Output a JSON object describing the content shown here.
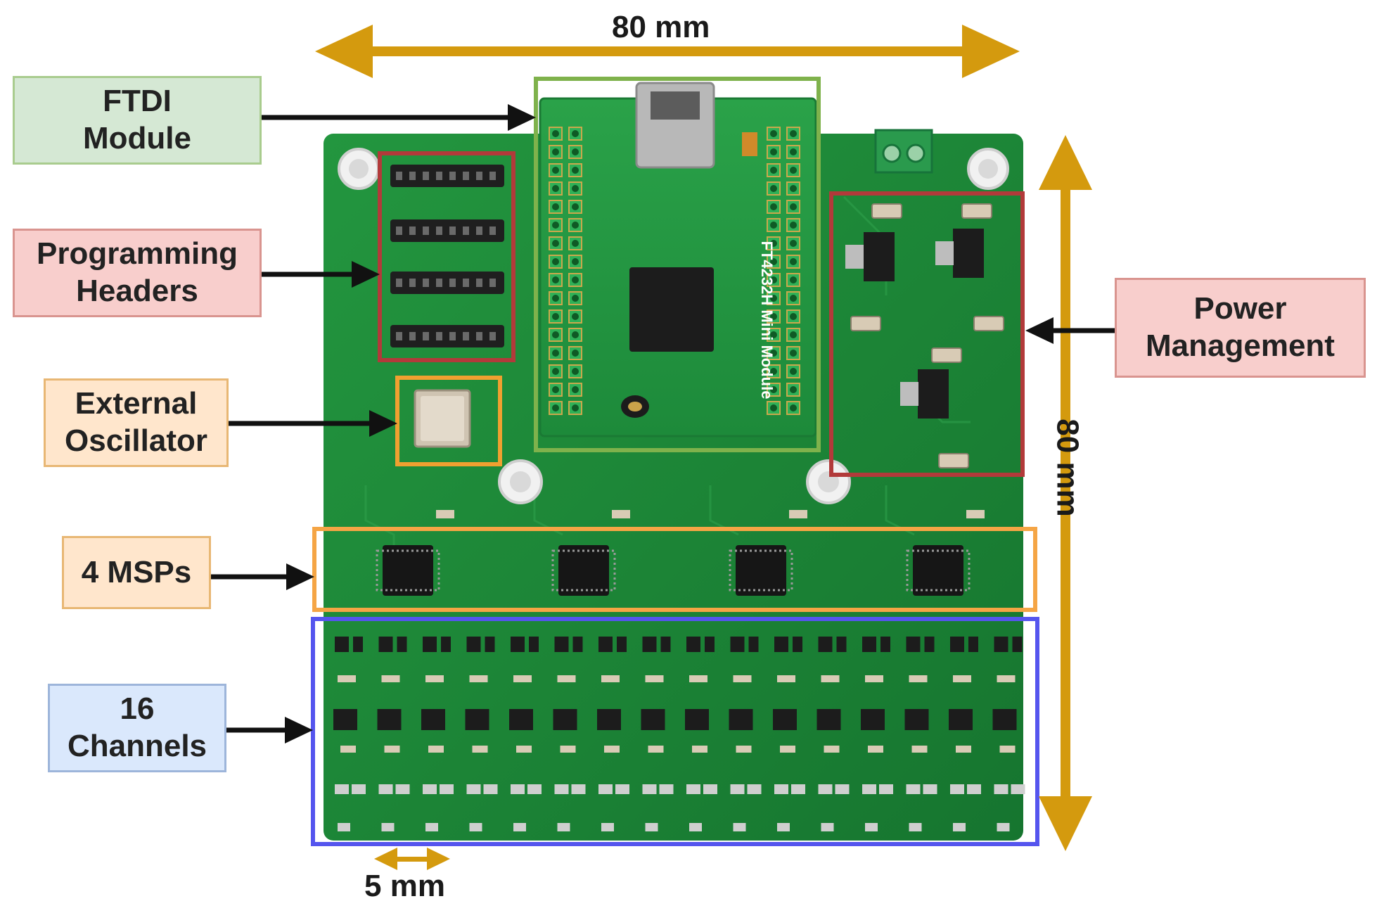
{
  "figure": {
    "dims": {
      "top_width": "80 mm",
      "right_height": "80 mm",
      "channel_pitch": "5 mm"
    },
    "labels": {
      "ftdi": "FTDI\nModule",
      "programming": "Programming\nHeaders",
      "oscillator": "External\nOscillator",
      "msps": "4 MSPs",
      "channels": "16\nChannels",
      "power": "Power\nManagement"
    },
    "board_text": {
      "module_name": "FT4232H Mini Module"
    },
    "colors": {
      "arrow_gold": "#D49A0E",
      "pcb_green": "#1E8A3A",
      "ftdi_fill": "#D5E8D4",
      "ftdi_border": "#82B366",
      "red_fill": "#F8CECC",
      "red_border": "#B85450",
      "orange_fill": "#FFE6CC",
      "orange_border": "#F0A030",
      "blue_fill": "#DAE8FC",
      "blue_border": "#6C8EBF",
      "channels_box": "#5555EE"
    }
  }
}
